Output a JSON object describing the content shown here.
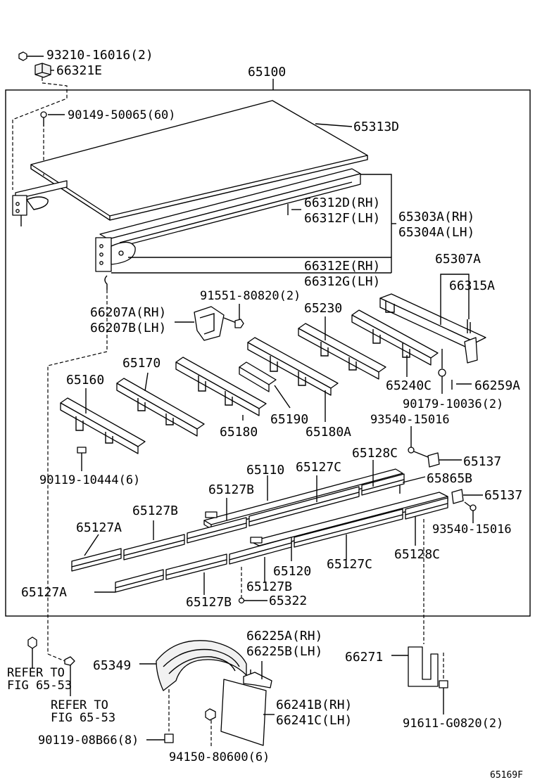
{
  "labels": {
    "p93210": "93210-16016(2)",
    "p66321E": "66321E",
    "p65100": "65100",
    "p90149": "90149-50065(60)",
    "p65313D": "65313D",
    "p66312D": "66312D(RH)",
    "p66312F": "66312F(LH)",
    "p65303A": "65303A(RH)",
    "p65304A": "65304A(LH)",
    "p66312E": "66312E(RH)",
    "p66312G": "66312G(LH)",
    "p65307A": "65307A",
    "p66315A": "66315A",
    "p91551": "91551-80820(2)",
    "p66207A": "66207A(RH)",
    "p66207B": "66207B(LH)",
    "p65230": "65230",
    "p65170": "65170",
    "p65160": "65160",
    "p65240C": "65240C",
    "p66259A": "66259A",
    "p90179": "90179-10036(2)",
    "p65190": "65190",
    "p65180": "65180",
    "p65180A": "65180A",
    "p93540a": "93540-15016",
    "p90119a": "90119-10444(6)",
    "p65128C_a": "65128C",
    "p65137_a": "65137",
    "p65110": "65110",
    "p65127C_a": "65127C",
    "p65865B": "65865B",
    "p65127B_a": "65127B",
    "p65137_b": "65137",
    "p65127B_b": "65127B",
    "p93540b": "93540-15016",
    "p65127A_a": "65127A",
    "p65128C_b": "65128C",
    "p65120": "65120",
    "p65127C_b": "65127C",
    "p65127A_b": "65127A",
    "p65127B_c": "65127B",
    "p65127B_d": "65127B",
    "p65322": "65322",
    "p66225A": "66225A(RH)",
    "p66225B": "66225B(LH)",
    "p65349": "65349",
    "p66271": "66271",
    "refer1a": "REFER TO",
    "refer1b": "FIG 65-53",
    "refer2a": "REFER TO",
    "refer2b": "FIG 65-53",
    "p66241B": "66241B(RH)",
    "p66241C": "66241C(LH)",
    "p90119b": "90119-08B66(8)",
    "p94150": "94150-80600(6)",
    "p91611": "91611-G0820(2)",
    "figcode": "65169F"
  }
}
